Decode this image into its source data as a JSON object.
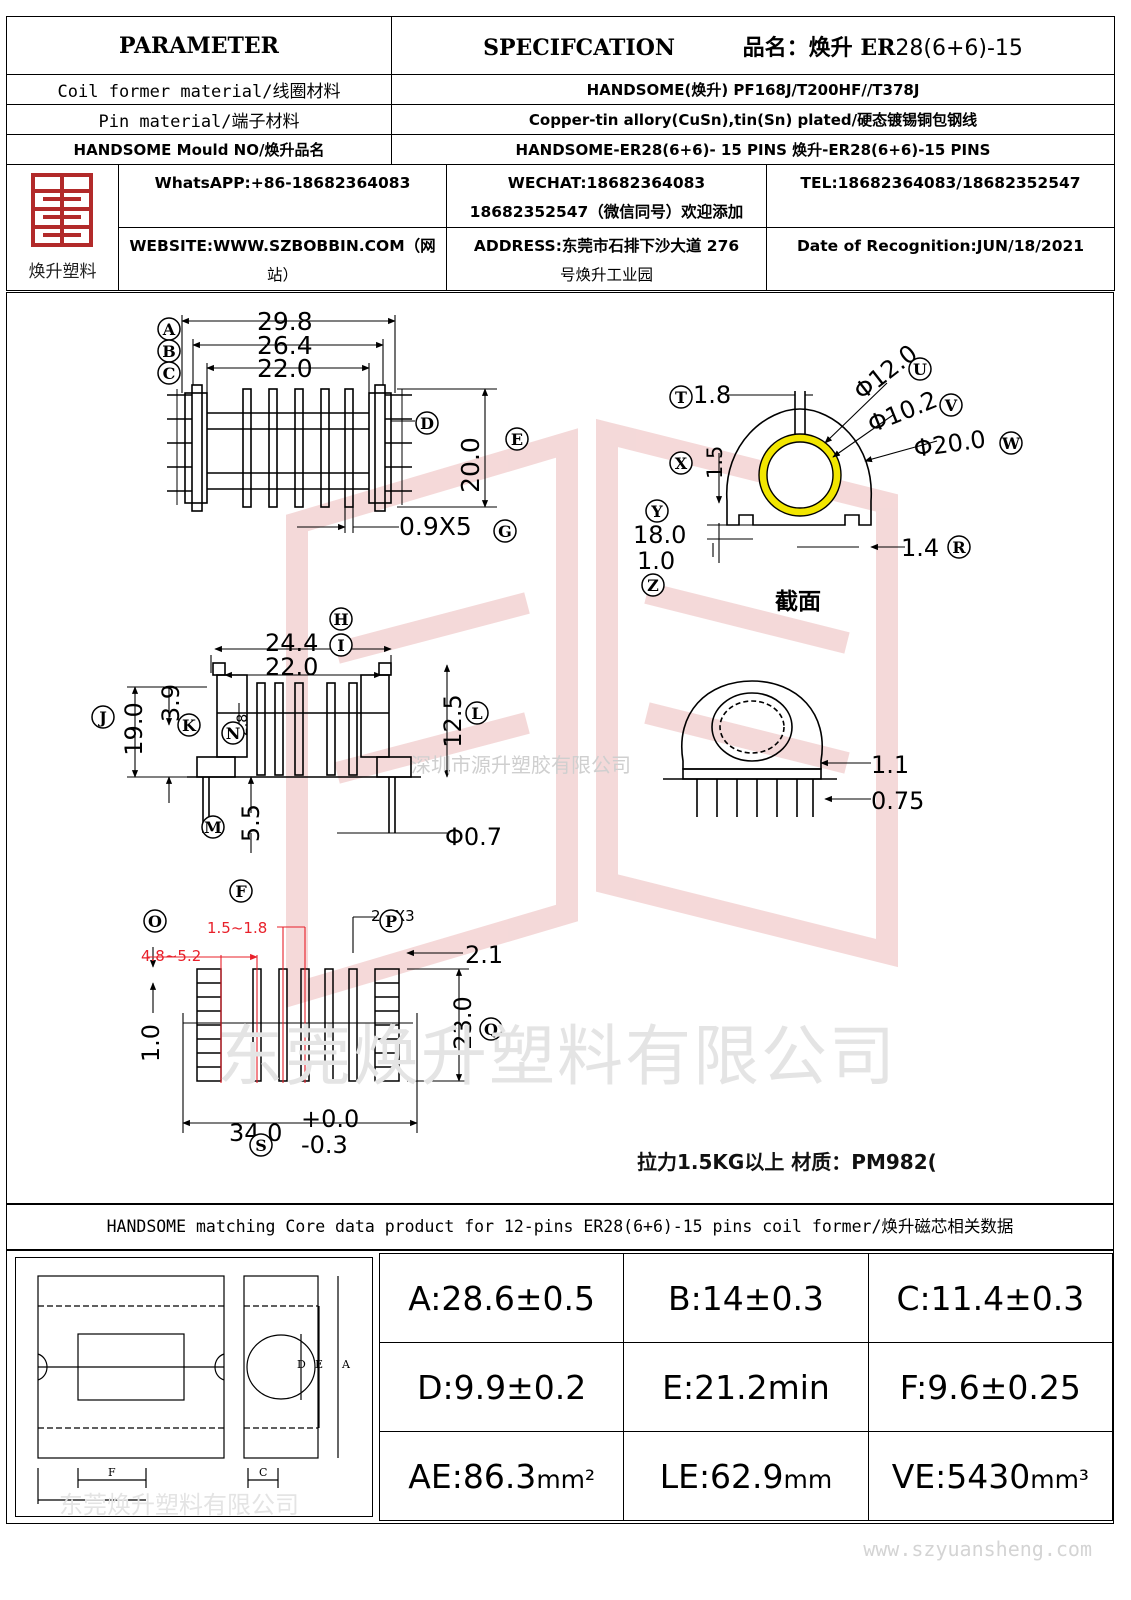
{
  "header": {
    "parameter": "PARAMETER",
    "specification": "SPECIFCATION",
    "product_label": "品名：焕升 ER",
    "product_part": "28(6+6)-15"
  },
  "rows": [
    {
      "label": "Coil former material/线圈材料",
      "value": "HANDSOME(焕升)   PF168J/T200HF//T378J"
    },
    {
      "label": "Pin material/端子材料",
      "value": "Copper-tin allory(CuSn),tin(Sn) plated/硬态镀锡铜包钢线"
    },
    {
      "label": "HANDSOME Mould NO/焕升品名",
      "value": "HANDSOME-ER28(6+6)- 15 PINS   焕升-ER28(6+6)-15 PINS"
    }
  ],
  "contact": {
    "logo_text": "焕升塑料",
    "whatsapp": "WhatsAPP:+86-18682364083",
    "wechat_1": "WECHAT:18682364083",
    "wechat_2": "18682352547（微信同号）欢迎添加",
    "tel": "TEL:18682364083/18682352547",
    "website_1": "WEBSITE:WWW.SZBOBBIN.COM（网",
    "website_2": "站）",
    "address_1": "ADDRESS:东莞市石排下沙大道 276",
    "address_2": "号焕升工业园",
    "date": "Date of Recognition:JUN/18/2021"
  },
  "drawing": {
    "dims": {
      "a": "29.8",
      "b": "26.4",
      "c": "22.0",
      "e": "20.0",
      "g": "0.9X5",
      "t": "1.8",
      "u": "Φ12.0",
      "v": "Φ10.2",
      "w": "Φ20.0",
      "x": "1.5",
      "y": "18.0",
      "z": "1.0",
      "r": "1.4",
      "h": "24.4",
      "i": "22.0",
      "j": "19.0",
      "k": "3.9",
      "n": "2.8",
      "l": "12.5",
      "m": "5.5",
      "pin_dia": "Φ0.7",
      "side_11": "1.1",
      "side_075": "0.75",
      "f": "1.5~1.8",
      "o": "4.8~5.2",
      "p": "2.8X3",
      "q": "23.0",
      "s_pitch": "1.0",
      "top_21": "2.1",
      "s": "34.0",
      "s_tol_up": "+0.0",
      "s_tol_dn": "-0.3"
    },
    "letters": [
      "A",
      "B",
      "C",
      "D",
      "E",
      "G",
      "T",
      "U",
      "V",
      "W",
      "X",
      "Y",
      "Z",
      "R",
      "H",
      "I",
      "J",
      "K",
      "N",
      "L",
      "M",
      "F",
      "O",
      "P",
      "Q",
      "S"
    ],
    "section_label": "截面",
    "watermark_small": "深圳市源升塑胶有限公司",
    "watermark_big": "东莞焕升塑料有限公司",
    "note": "拉力1.5KG以上   材质：PM982("
  },
  "core": {
    "title": "HANDSOME matching Core data  product for 12-pins ER28(6+6)-15 pins coil former/焕升磁芯相关数据",
    "img_labels": {
      "d": "D",
      "e": "E",
      "a": "A",
      "f": "F",
      "c": "C"
    },
    "cells": [
      {
        "text": "A:28.6±0.5"
      },
      {
        "text": "B:14±0.3"
      },
      {
        "text": "C:11.4±0.3"
      },
      {
        "text": "D:9.9±0.2"
      },
      {
        "text": "E:21.2min"
      },
      {
        "text": "F:9.6±0.25"
      },
      {
        "text": "AE:86.3",
        "unit": "mm²"
      },
      {
        "text": "LE:62.9",
        "unit": "mm"
      },
      {
        "text": "VE:5430",
        "unit": "mm³"
      }
    ],
    "watermark": "东莞焕升塑料有限公司",
    "url_watermark": "www.szyuansheng.com"
  },
  "colors": {
    "border": "#000000",
    "red_dims": "#e8202a",
    "ring_yellow": "#f2e600",
    "logo_red": "#b22a2a"
  }
}
